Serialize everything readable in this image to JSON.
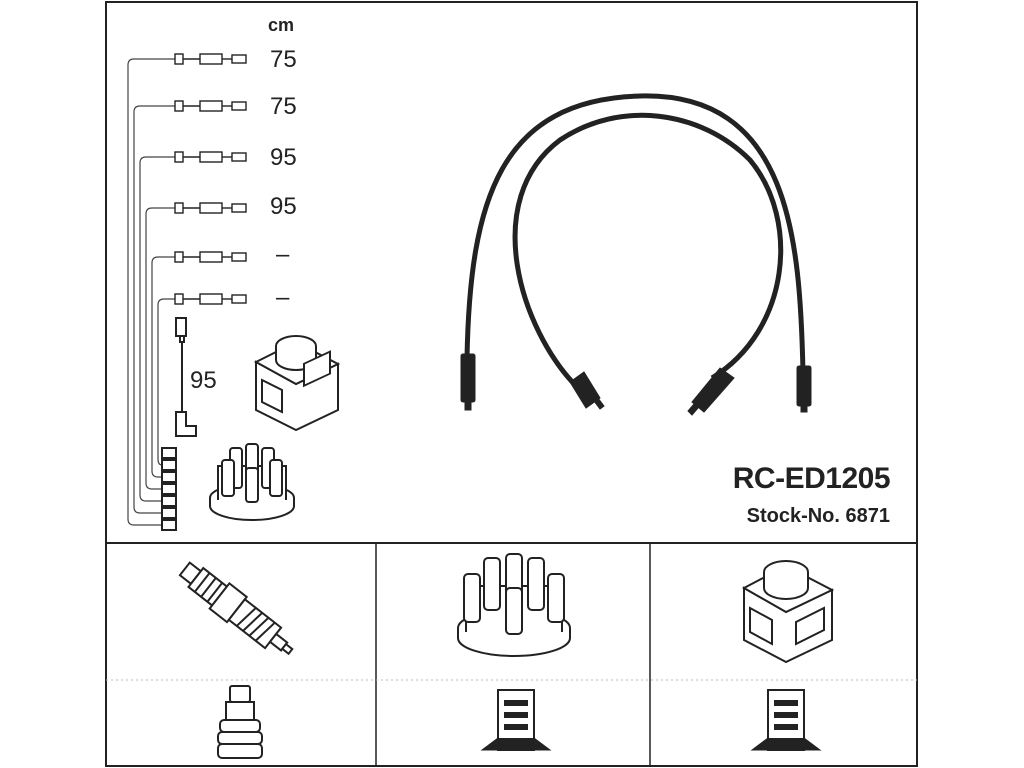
{
  "product": {
    "part_number": "RC-ED1205",
    "stock_line": "Stock-No. 6871"
  },
  "lengths": {
    "unit": "cm",
    "leads": [
      "75",
      "75",
      "95",
      "95",
      "–",
      "–"
    ],
    "coil_lead": "95"
  }
}
